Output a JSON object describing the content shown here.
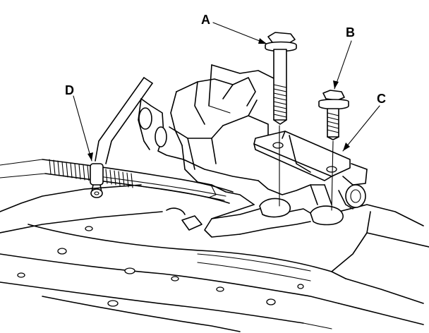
{
  "diagram": {
    "callouts": [
      {
        "id": "A",
        "label": "A",
        "target": "mount-bolt-long"
      },
      {
        "id": "B",
        "label": "B",
        "target": "flange-bolt-short"
      },
      {
        "id": "C",
        "label": "C",
        "target": "mounting-bracket"
      },
      {
        "id": "D",
        "label": "D",
        "target": "cable-clamp"
      }
    ]
  }
}
